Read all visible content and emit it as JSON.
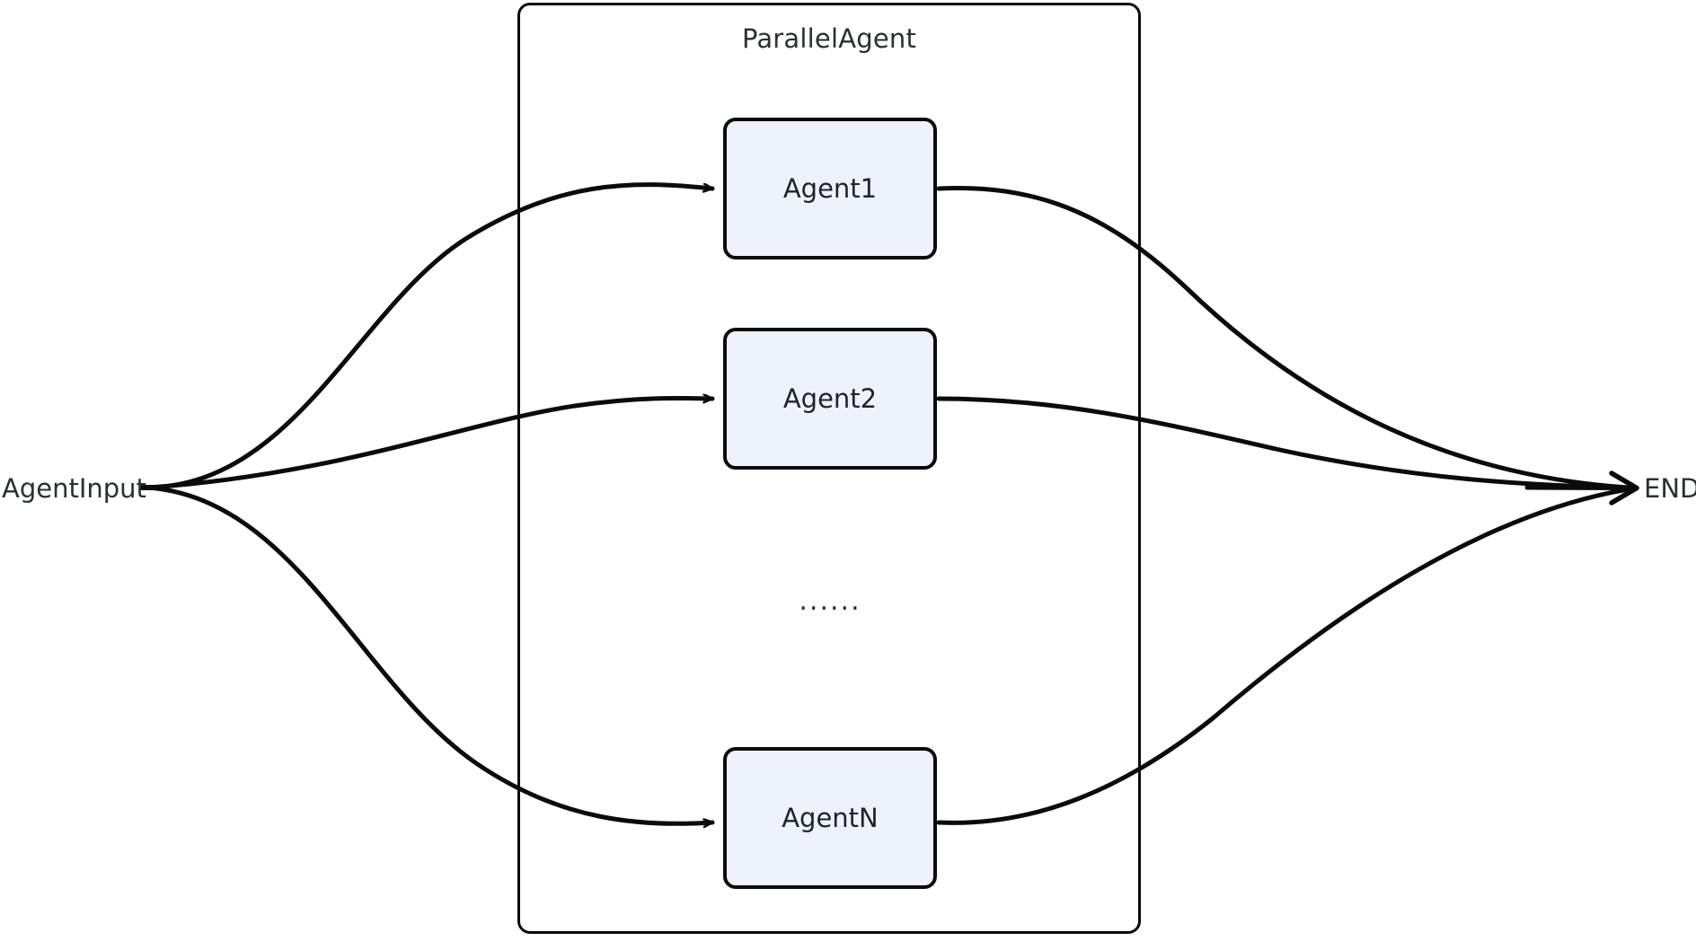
{
  "diagram": {
    "type": "flow",
    "title": "ParallelAgent",
    "background_color": "#ffffff",
    "stroke_color": "#0b0b0b",
    "node_fill_color": "#eef2fa",
    "text_color": "#2b2f36",
    "container": {
      "label": "ParallelAgent",
      "shape": "rounded-rectangle"
    },
    "nodes": [
      {
        "id": "agent1",
        "label": "Agent1"
      },
      {
        "id": "agent2",
        "label": "Agent2"
      },
      {
        "id": "ellipsis",
        "label": "......"
      },
      {
        "id": "agentN",
        "label": "AgentN"
      }
    ],
    "endpoints": {
      "input": "AgentInput",
      "output": "END"
    },
    "edges": [
      {
        "from": "AgentInput",
        "to": "Agent1",
        "arrow": true
      },
      {
        "from": "AgentInput",
        "to": "Agent2",
        "arrow": true
      },
      {
        "from": "AgentInput",
        "to": "AgentN",
        "arrow": true
      },
      {
        "from": "Agent1",
        "to": "END",
        "arrow": true
      },
      {
        "from": "Agent2",
        "to": "END",
        "arrow": true
      },
      {
        "from": "AgentN",
        "to": "END",
        "arrow": true
      }
    ]
  }
}
